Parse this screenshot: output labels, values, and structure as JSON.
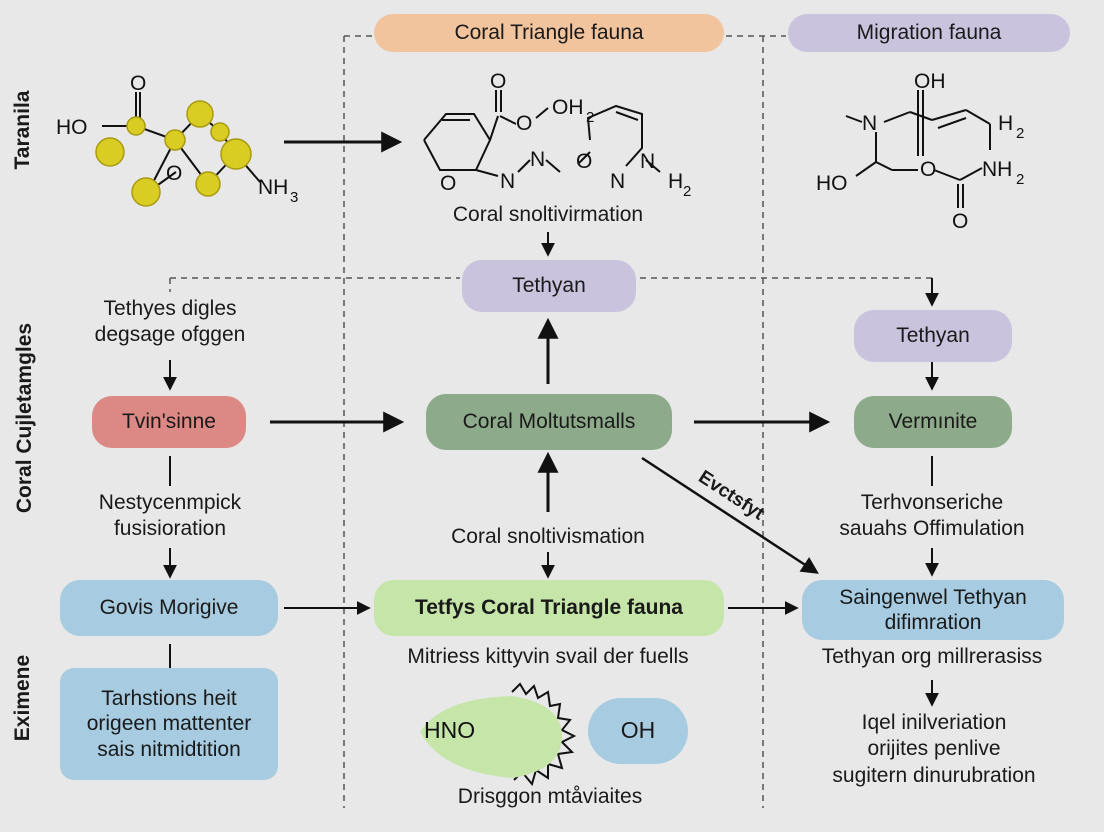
{
  "colors": {
    "orange": "#f2c49e",
    "purple": "#c9c3de",
    "red": "#dc8884",
    "green": "#8daa8a",
    "lightgreen": "#c5e5a9",
    "blue": "#a7cbe0",
    "yellow": "#d9cc22"
  },
  "row_labels": [
    "Taranila",
    "Coral Cujletamgles",
    "Eximene"
  ],
  "headers": {
    "coral": "Coral Triangle fauna",
    "migration": "Migration fauna"
  },
  "molecule_labels": {
    "m1": {
      "o": "O",
      "ho": "HO",
      "ring_o": "O",
      "nh3": "NH",
      "nh3_sub": "3"
    },
    "m2": {
      "o_top": "O",
      "oh2": "OH",
      "oh2_sub": "2",
      "o_ring": "O",
      "o_left": "O",
      "n1": "N",
      "n2": "N",
      "n3": "N",
      "o_mid": "O",
      "n4": "N",
      "h2": "H",
      "h2_sub": "2"
    },
    "m3": {
      "oh": "OH",
      "n": "N",
      "h2": "H",
      "h2_sub": "2",
      "ho": "HO",
      "o_ring": "O",
      "nh2": "NH",
      "nh2_sub": "2",
      "o_bottom": "O"
    }
  },
  "texts": {
    "coral_sublabel_top": "Coral snoltivirmation",
    "tethyes": [
      "Tethyes digles",
      "degsage ofggen"
    ],
    "nesty": [
      "Nestycenmpick",
      "fusisioration"
    ],
    "coral_sublabel_mid": "Coral snoltivismation",
    "terh": [
      "Terhvonseriche",
      "sauahs Offimulation"
    ],
    "mitriess": "Mitriess kittyvin svail der fuells",
    "tethyan_org": "Tethyan org millrerasiss",
    "iqel": [
      "Iqel inilveriation",
      "orijites penlive",
      "sugitern dinurubration"
    ],
    "drisggon": "Drisggon mtåviaites",
    "diagonal_label": "Evctsfyt"
  },
  "boxes": {
    "tethyan_center": "Tethyan",
    "tethyan_right": "Tethyan",
    "tvin": "Tvin'sinne",
    "coral_mol": "Coral Moltutsmalls",
    "verm": "Vermınite",
    "govis": "Govis Morigive",
    "tetfys": "Tetfys Coral Triangle fauna",
    "saingen": [
      "Saingenwel Tethyan",
      "difimration"
    ],
    "tarh": [
      "Tarhstions heit",
      "origeen mattenter",
      "sais nitmidtition"
    ],
    "hno": "HNO",
    "oh": "OH"
  }
}
